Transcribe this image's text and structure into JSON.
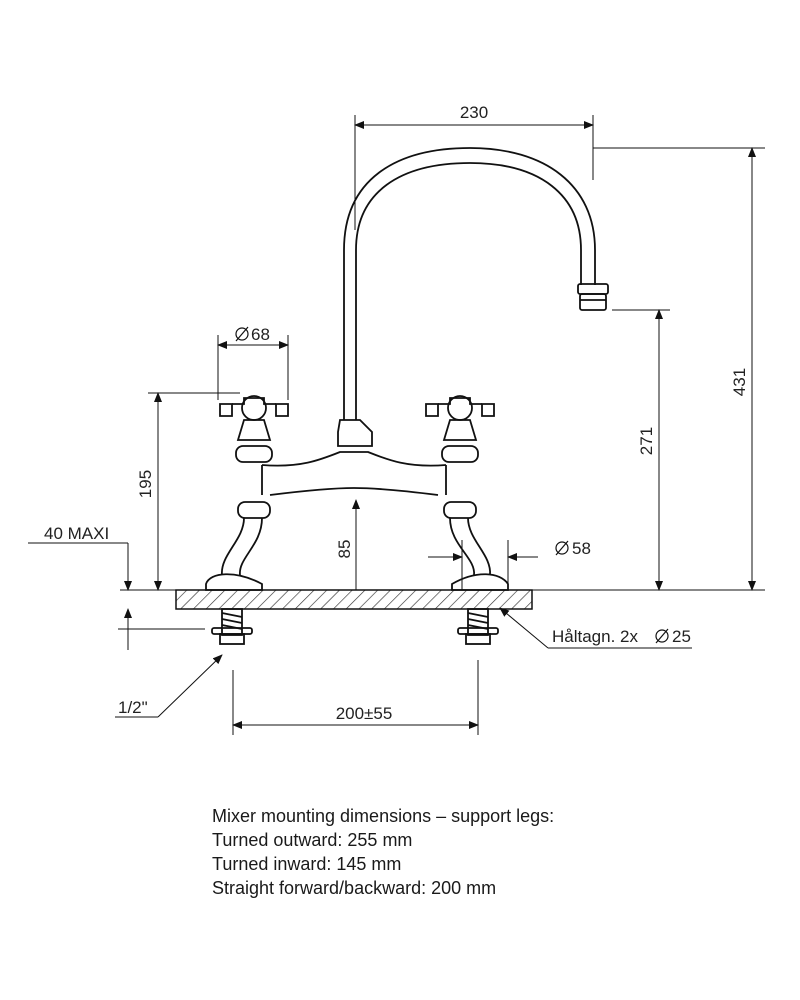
{
  "dimensions": {
    "spout_reach": "230",
    "total_height": "431",
    "spout_height": "271",
    "handle_diameter": "68",
    "handle_height": "195",
    "deck_thickness_max": "40 MAXI",
    "body_height": "85",
    "base_diameter": "58",
    "hole_spec": "Håltagn. 2x",
    "hole_diameter": "25",
    "thread": "1/2\"",
    "centers": "200±55"
  },
  "notes": {
    "title": "Mixer mounting dimensions – support legs:",
    "lines": [
      "Turned outward: 255 mm",
      "Turned inward: 145 mm",
      "Straight forward/backward: 200 mm"
    ]
  },
  "symbols": {
    "diameter": "diameter-symbol",
    "arrow": "arrowhead"
  }
}
